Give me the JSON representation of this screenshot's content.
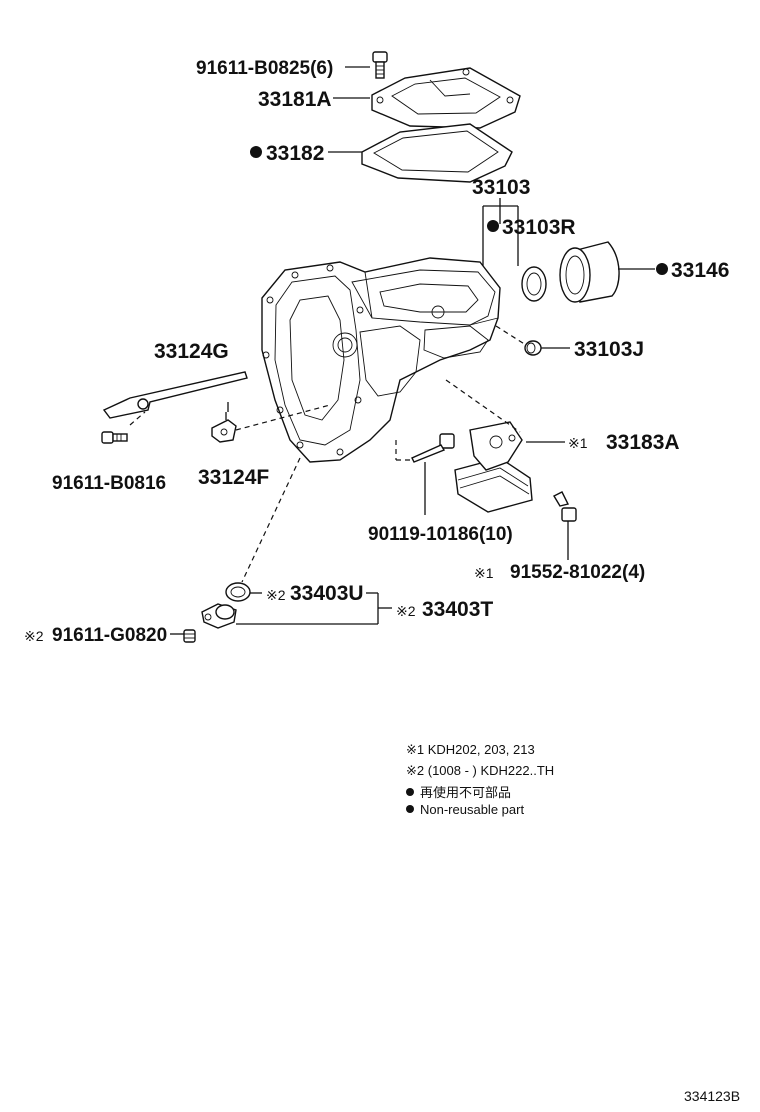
{
  "labels": {
    "bolt_cover": "91611-B0825(6)",
    "cover": "33181A",
    "gasket": "33182",
    "case_assy": "33103",
    "case_seal": "33103R",
    "sleeve": "33146",
    "plug": "33103J",
    "lever_rod": "33124G",
    "bolt_lever": "91611-B0816",
    "lever_small": "33124F",
    "mount": "33183A",
    "mount_mark": "※1",
    "long_bolt": "90119-10186(10)",
    "mount_bolt": "91552-81022(4)",
    "mount_bolt_mark": "※1",
    "oring": "33403U",
    "oring_mark": "※2",
    "sensor_assy": "33403T",
    "sensor_mark": "※2",
    "sensor_bolt": "91611-G0820",
    "sensor_bolt_mark": "※2"
  },
  "legend": {
    "note1": "※1 KDH202, 203, 213",
    "note2": "※2 (1008 -         ) KDH222..TH",
    "nonreusable_jp": "再使用不可部品",
    "nonreusable_en": "Non-reusable part"
  },
  "diagram_code": "334123B"
}
